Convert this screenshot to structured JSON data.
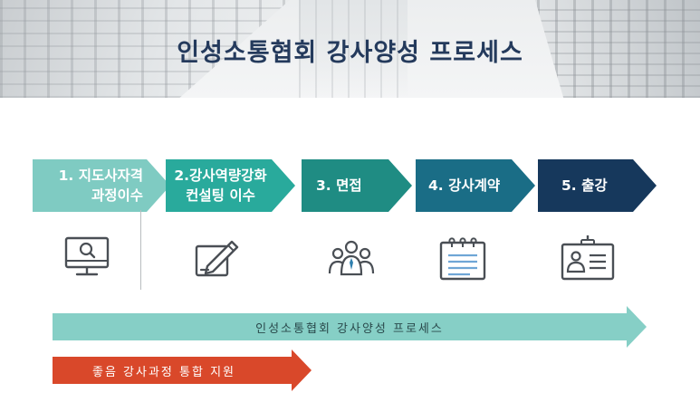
{
  "header": {
    "title": "인성소통협회 강사양성 프로세스"
  },
  "steps": [
    {
      "label": "1. 지도사자격\n과정이수",
      "color": "#7fcbc2",
      "icon": "monitor-search-icon"
    },
    {
      "label": "2.강사역량강화\n컨설팅 이수",
      "color": "#29aa9c",
      "icon": "pen-edit-icon"
    },
    {
      "label": "3. 면접",
      "color": "#1f8c83",
      "icon": "people-group-icon"
    },
    {
      "label": "4. 강사계약",
      "color": "#1a6d86",
      "icon": "notepad-icon"
    },
    {
      "label": "5. 출강",
      "color": "#16385c",
      "icon": "id-badge-icon"
    }
  ],
  "bars": {
    "process": "인성소통협회 강사양성 프로세스",
    "support": "좋음 강사과정 통합 지원"
  },
  "colors": {
    "title": "#243a5c",
    "icon_stroke": "#4a4f55",
    "bar_teal": "#86cfc6",
    "bar_red": "#d9482a"
  }
}
